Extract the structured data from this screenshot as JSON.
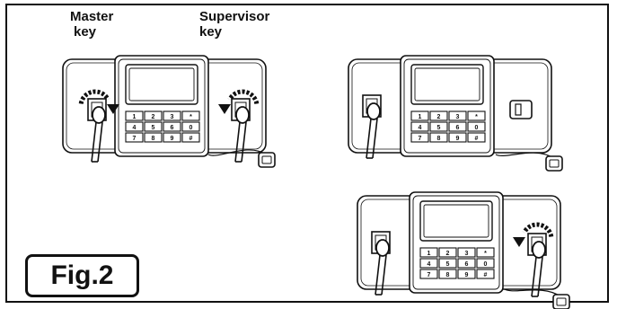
{
  "labels": {
    "master": "Master\nkey",
    "supervisor": "Supervisor\nkey",
    "figure": "Fig.2"
  },
  "keypad_keys": [
    "1",
    "2",
    "3",
    "*",
    "4",
    "5",
    "6",
    "0",
    "7",
    "8",
    "9",
    "#"
  ],
  "colors": {
    "ink": "#111111",
    "background": "#ffffff"
  }
}
